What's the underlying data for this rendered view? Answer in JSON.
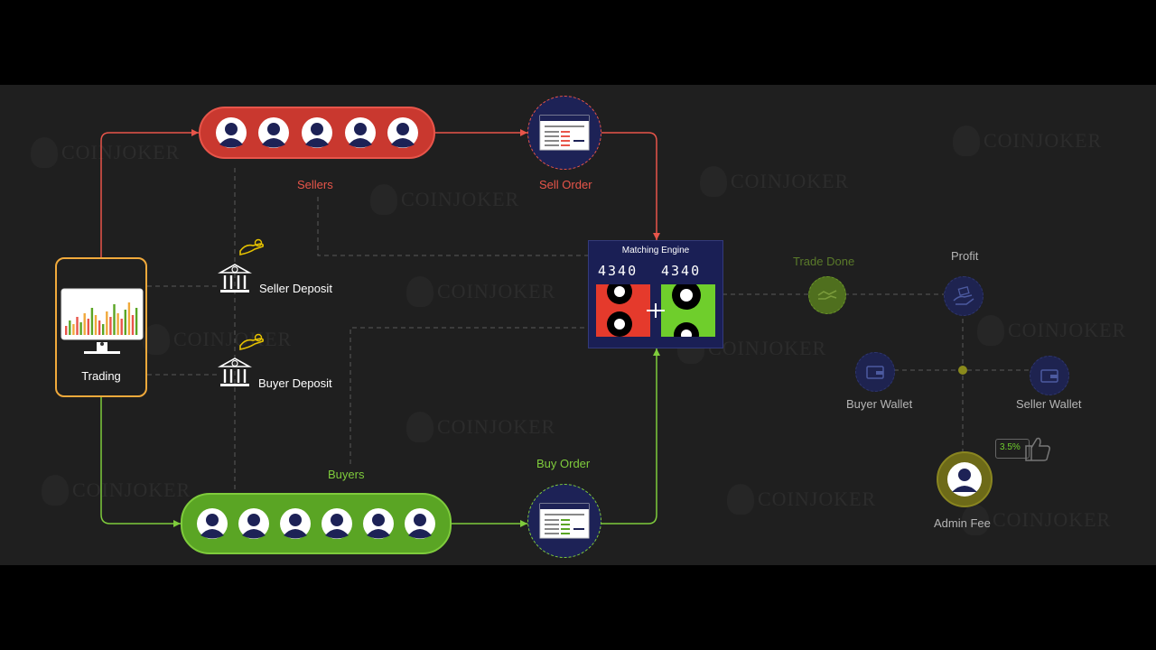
{
  "watermark": "COINJOKER",
  "nodes": {
    "sellers": "Sellers",
    "sell_order": "Sell Order",
    "matching_engine": "Matching Engine",
    "engine_price_left": "4340",
    "engine_price_right": "4340",
    "seller_deposit": "Seller Deposit",
    "buyer_deposit": "Buyer Deposit",
    "trading": "Trading",
    "buyers": "Buyers",
    "buy_order": "Buy Order",
    "trade_done": "Trade Done",
    "profit": "Profit",
    "buyer_wallet": "Buyer Wallet",
    "seller_wallet": "Seller Wallet",
    "admin_fee": "Admin Fee",
    "fee_percent": "3.5%"
  },
  "colors": {
    "sell": "#e8554a",
    "buy": "#7fcc3c",
    "trading": "#f0a93b",
    "engine": "#1a1f55",
    "trade_done": "#5a7a2a",
    "muted_label": "#b5b5b5"
  },
  "counts": {
    "sellers": 5,
    "buyers": 6
  }
}
